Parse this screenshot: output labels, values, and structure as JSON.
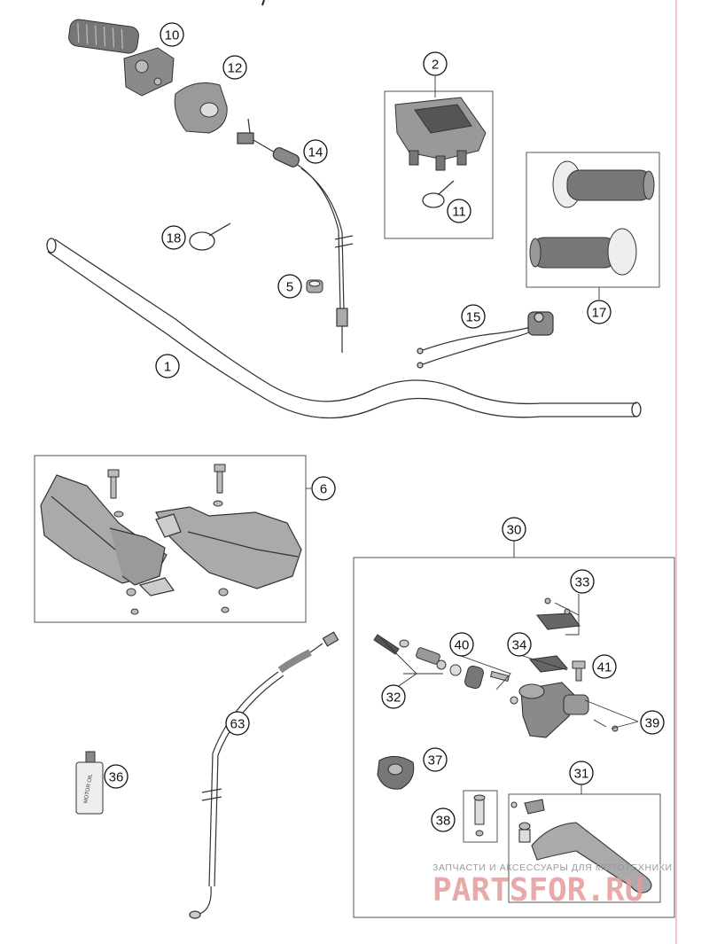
{
  "callouts": {
    "c1": "1",
    "c2": "2",
    "c5": "5",
    "c6": "6",
    "c10": "10",
    "c11": "11",
    "c12": "12",
    "c14": "14",
    "c15": "15",
    "c17": "17",
    "c18": "18",
    "c30": "30",
    "c31": "31",
    "c32": "32",
    "c33": "33",
    "c34": "34",
    "c36": "36",
    "c37": "37",
    "c38": "38",
    "c39": "39",
    "c40": "40",
    "c41": "41",
    "c63": "63"
  },
  "oil_bottle_label": "MOTOR OIL",
  "watermark": {
    "tagline": "ЗАПЧАСТИ И АКСЕССУАРЫ ДЛЯ МОТОТЕХНИКИ",
    "brand": "PARTSFOR.RU"
  },
  "colors": {
    "line": "#333333",
    "part_fill": "#8a8a8a",
    "margin_line": "#e88a8a",
    "watermark_red": "#e59b9b"
  }
}
